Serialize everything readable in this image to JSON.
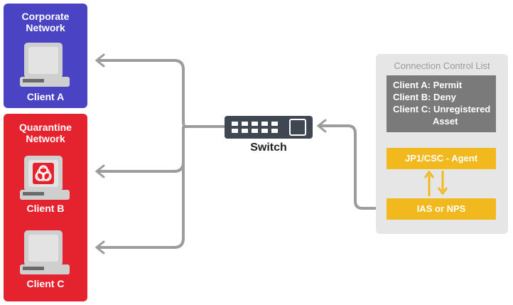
{
  "colors": {
    "corporate": "#4a44c4",
    "quarantine": "#e5232e",
    "connector": "#9c9c9c",
    "agent": "#f2b91f",
    "ccl_box": "#7a7a7a",
    "ccl_panel": "#e6e6e6"
  },
  "corporate": {
    "title": "Corporate\nNetwork",
    "client": "Client A"
  },
  "quarantine": {
    "title": "Quarantine\nNetwork",
    "clients": [
      "Client B",
      "Client C"
    ]
  },
  "switch": {
    "label": "Switch"
  },
  "ccl": {
    "title": "Connection Control List",
    "entries": [
      "Client A: Permit",
      "Client B: Deny",
      "Client C: Unregistered",
      "Asset"
    ]
  },
  "agent": {
    "label": "JP1/CSC - Agent"
  },
  "ias": {
    "label": "IAS or NPS"
  },
  "icons": {
    "computer": "computer-icon",
    "biohazard": "biohazard-icon",
    "switch": "network-switch-icon"
  }
}
